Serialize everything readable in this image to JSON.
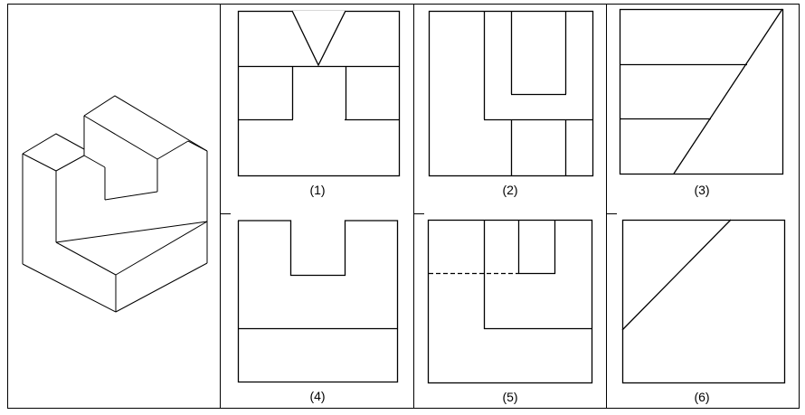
{
  "figure": {
    "panel_labels": [
      "(1)",
      "(2)",
      "(3)",
      "(4)",
      "(5)",
      "(6)"
    ]
  },
  "colors": {
    "line": "#000000",
    "background": "#ffffff"
  },
  "icons": {
    "isometric": "isometric-drawing-icon",
    "views": "orthographic-view-icon"
  }
}
